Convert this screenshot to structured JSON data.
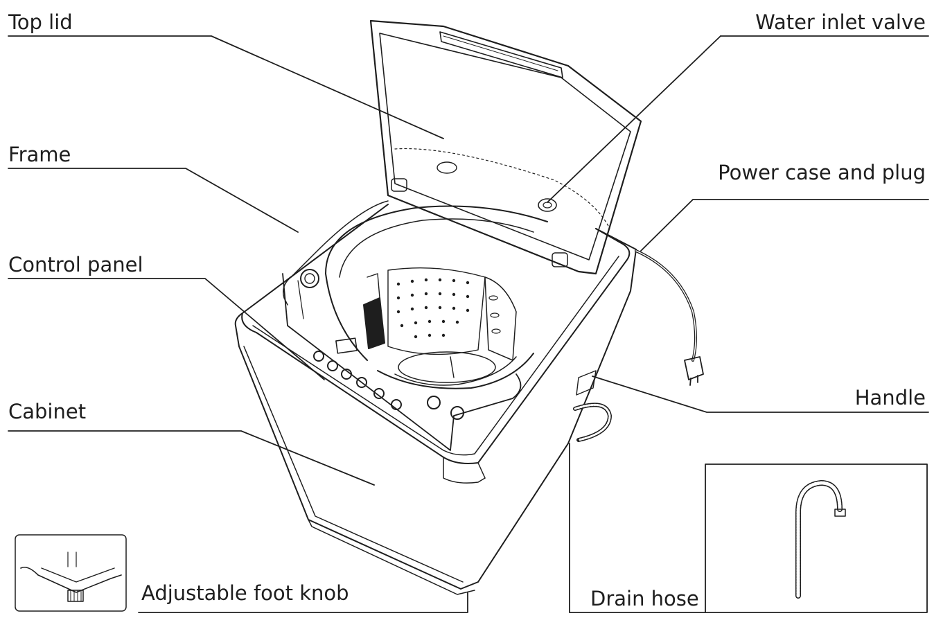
{
  "labels": {
    "top_lid": "Top lid",
    "water_inlet_valve": "Water inlet valve",
    "frame": "Frame",
    "power_case_and_plug": "Power case and plug",
    "control_panel": "Control panel",
    "handle": "Handle",
    "cabinet": "Cabinet",
    "adjustable_foot_knob": "Adjustable foot knob",
    "drain_hose": "Drain hose"
  },
  "colors": {
    "line": "#1e1e1e",
    "background": "#ffffff"
  }
}
